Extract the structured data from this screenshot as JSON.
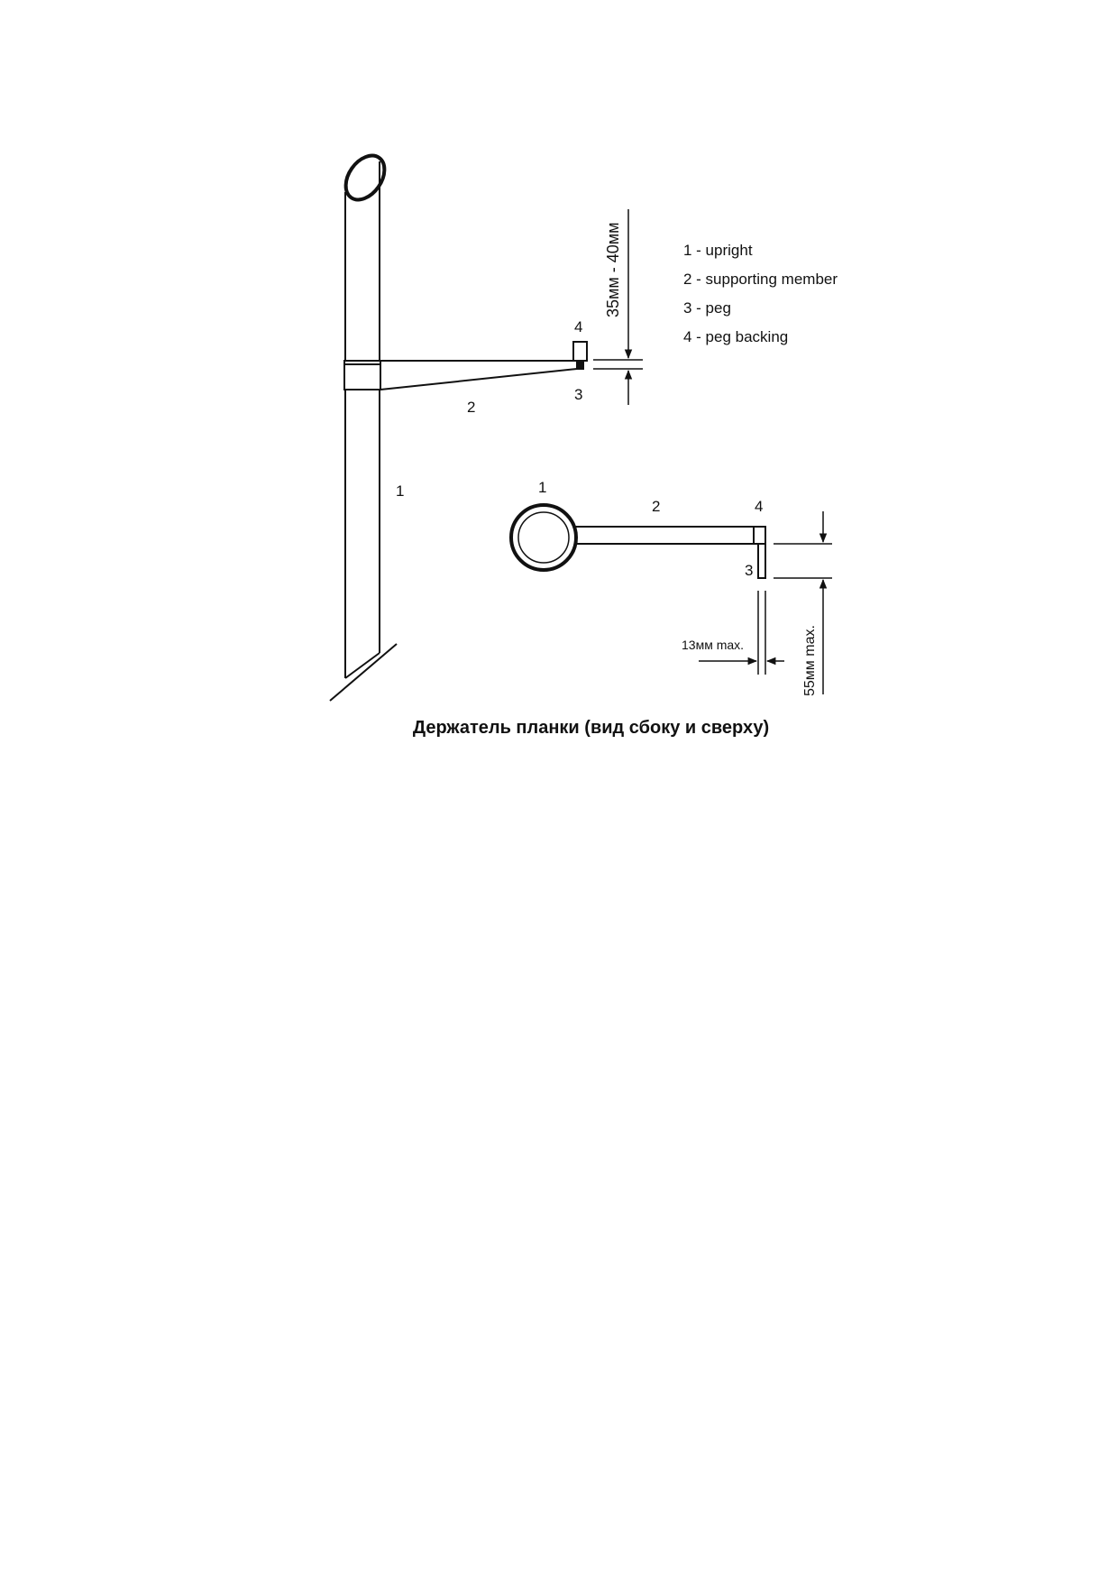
{
  "side_view": {
    "labels": {
      "upright": "1",
      "supporting_member": "2",
      "peg": "3",
      "peg_backing": "4"
    },
    "dimension": "35мм - 40мм"
  },
  "top_view": {
    "labels": {
      "upright": "1",
      "supporting_member": "2",
      "peg": "3",
      "peg_backing": "4"
    },
    "dim_width": "13мм max.",
    "dim_length": "55мм max."
  },
  "legend": [
    "1 - upright",
    "2 - supporting member",
    "3 - peg",
    "4 - peg backing"
  ],
  "caption": "Держатель планки (вид сбоку и сверху)"
}
